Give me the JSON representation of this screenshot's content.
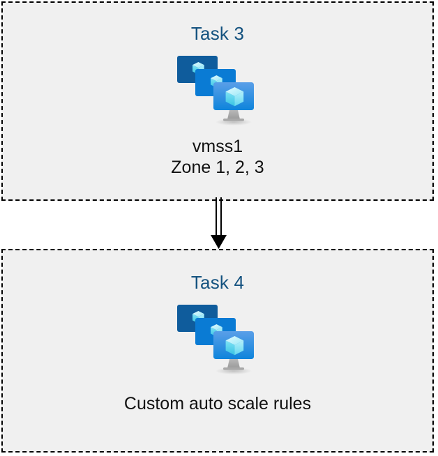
{
  "diagram": {
    "background_color": "#ffffff",
    "box_fill_color": "#f0f0f0",
    "box_border_color": "#000000",
    "title_color": "#14527f",
    "label_color": "#111111",
    "connector_color": "#000000",
    "boxes": [
      {
        "id": "task3",
        "title": "Task 3",
        "icon": "azure-vm-scale-set-icon",
        "labels": [
          "vmss1",
          "Zone 1, 2, 3"
        ]
      },
      {
        "id": "task4",
        "title": "Task 4",
        "icon": "azure-vm-scale-set-icon",
        "labels": [
          "Custom auto scale rules"
        ]
      }
    ],
    "connector": {
      "name": "down-arrow-connector",
      "from": "task3",
      "to": "task4",
      "style": "double-line-arrow",
      "direction": "down"
    },
    "icon_colors": {
      "monitor_back": "#0f5c9c",
      "monitor_middle": "#0a7bd4",
      "monitor_front_top": "#5a9fe8",
      "monitor_front_bottom": "#0e84db",
      "cube_light": "#c3f1fb",
      "cube_mid": "#50e6ff",
      "cube_dark": "#32bedd",
      "stand": "#9e9e9e"
    }
  }
}
